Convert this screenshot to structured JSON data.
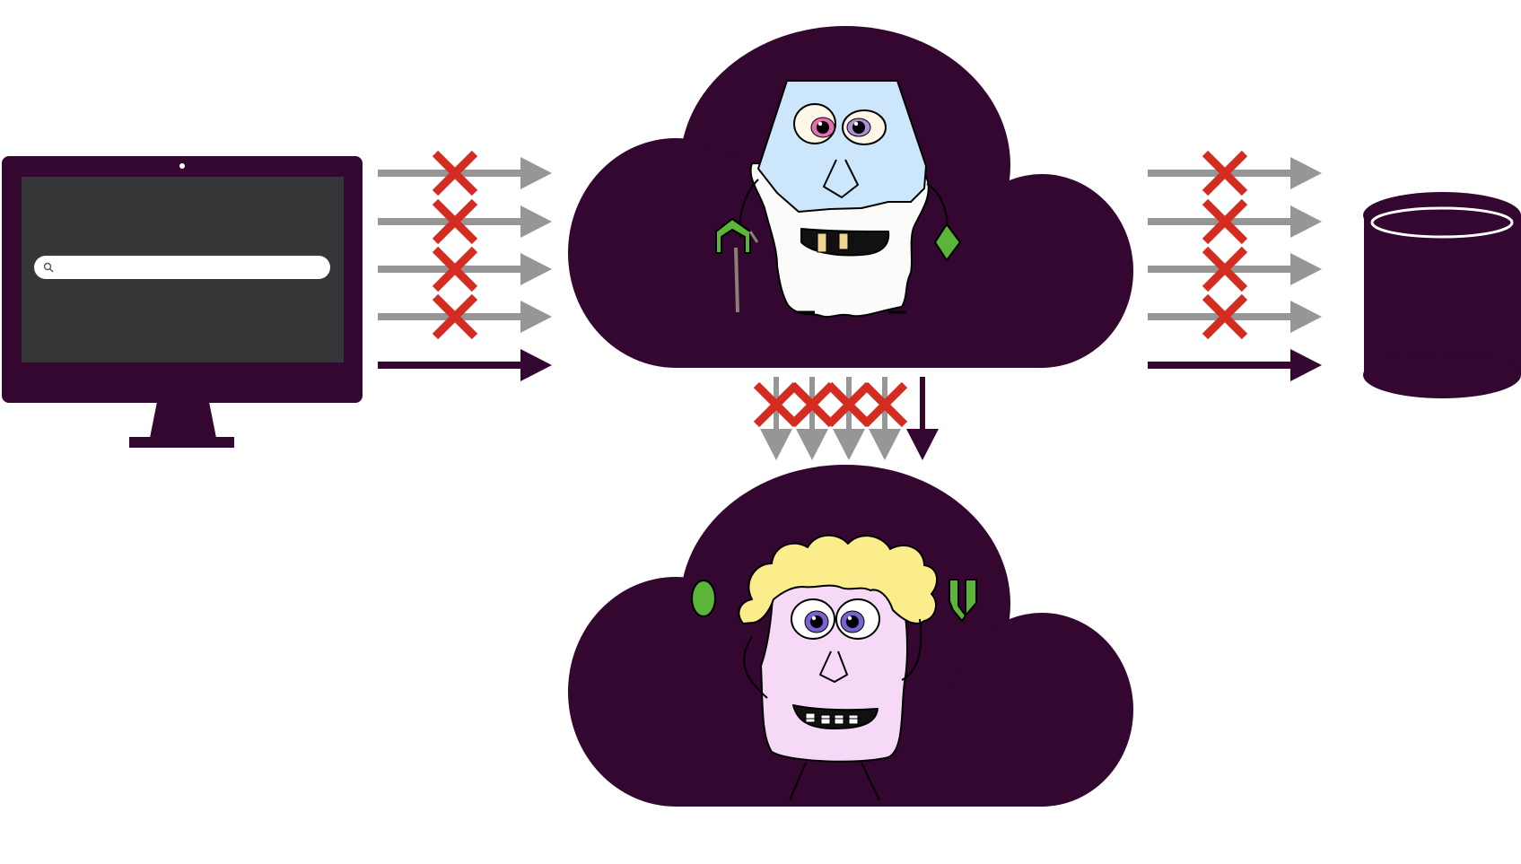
{
  "colors": {
    "primary": "#33072f",
    "screen": "#353638",
    "search_bar": "#ffffff",
    "arrow_blocked": "#969696",
    "arrow_allowed": "#33072f",
    "block_mark": "#d52c22",
    "background": "#ffffff",
    "server_face": "#cce7fb",
    "server_beard": "#fbfbf9",
    "worker_face": "#f6d9f7",
    "worker_hair": "#fbec8c",
    "accent_green": "#5bb539"
  },
  "icons": {
    "client": "desktop-monitor-icon",
    "search": "search-icon",
    "server_cloud": "cloud-icon",
    "server_character": "old-wizard-character",
    "worker_cloud": "cloud-icon",
    "worker_character": "curly-haired-character",
    "database": "database-cylinder-icon",
    "blocked": "red-x-icon"
  },
  "flows": {
    "client_to_server": {
      "total": 5,
      "blocked": 4,
      "allowed": 1
    },
    "server_to_database": {
      "total": 5,
      "blocked": 4,
      "allowed": 1
    },
    "server_to_worker": {
      "total": 5,
      "blocked": 4,
      "allowed": 1
    }
  }
}
